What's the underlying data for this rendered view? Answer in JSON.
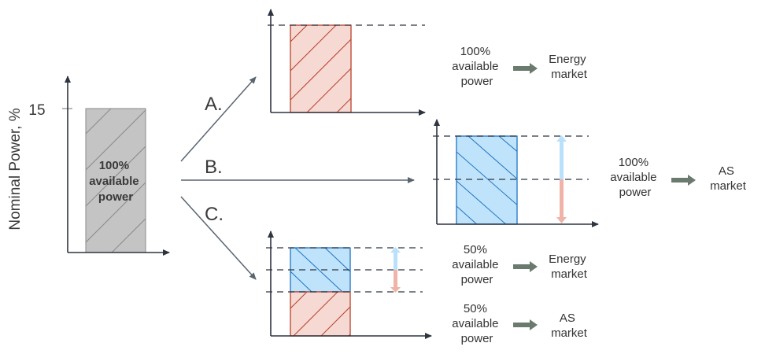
{
  "colors": {
    "axis": "#2e3440",
    "gray_fill": "#c4c4c4",
    "gray_stroke": "#8a8a8a",
    "red_fill": "#f7d9d3",
    "red_stroke": "#b8402a",
    "blue_fill": "#bfe3fa",
    "blue_stroke": "#1f74c2",
    "flow_arrow": "#5a6570",
    "market_arrow": "#6b7a6e",
    "up_arrow": "#b9e1fb",
    "down_arrow": "#efb3a8"
  },
  "source_chart": {
    "y_axis_label": "Nominal Power, %",
    "tick_label": "15",
    "bar_text": [
      "100%",
      "available",
      "power"
    ]
  },
  "branches": [
    {
      "label": "A."
    },
    {
      "label": "B."
    },
    {
      "label": "C."
    }
  ],
  "allocations": {
    "a": {
      "power": [
        "100%",
        "available",
        "power"
      ],
      "market": [
        "Energy",
        "market"
      ]
    },
    "b": {
      "power": [
        "100%",
        "available",
        "power"
      ],
      "market": [
        "AS",
        "market"
      ]
    },
    "c_energy": {
      "power": [
        "50%",
        "available",
        "power"
      ],
      "market": [
        "Energy",
        "market"
      ]
    },
    "c_as": {
      "power": [
        "50%",
        "available",
        "power"
      ],
      "market": [
        "AS",
        "market"
      ]
    }
  }
}
